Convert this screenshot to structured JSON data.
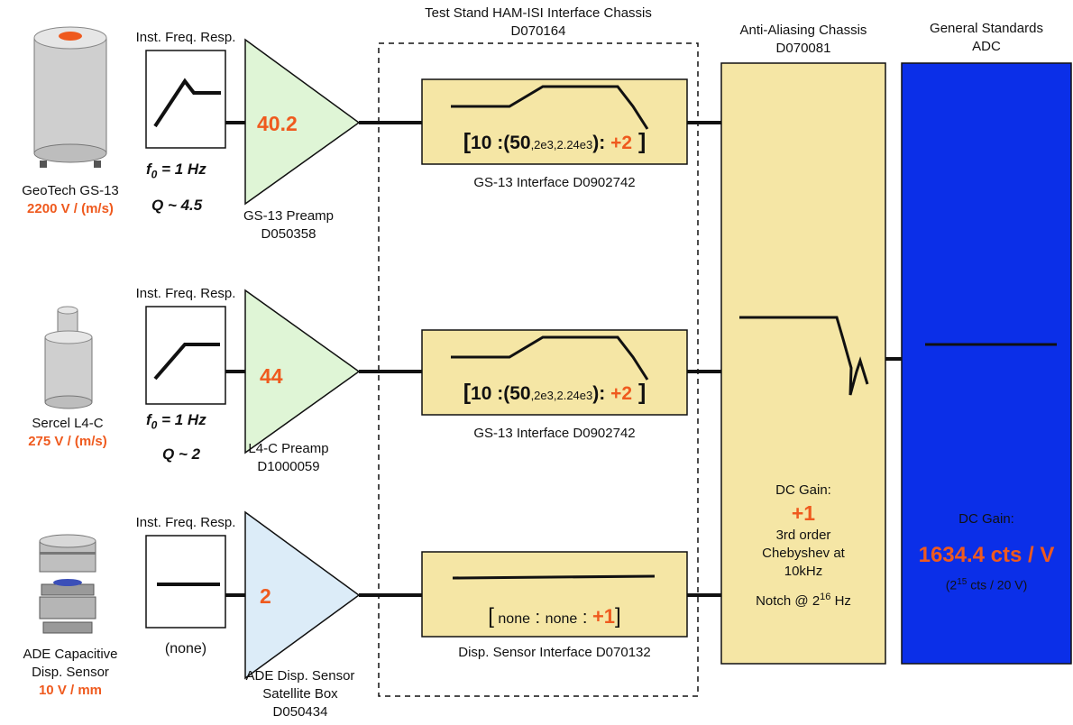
{
  "chassis": {
    "test_stand": {
      "title": "Test Stand HAM-ISI Interface Chassis",
      "doc": "D070164"
    },
    "aa": {
      "title": "Anti-Aliasing Chassis",
      "doc": "D070081",
      "dc_gain_label": "DC Gain:",
      "dc_gain_value": "+1",
      "desc_line1": "3rd order",
      "desc_line2": "Chebyshev at",
      "desc_line3": "10kHz",
      "notch_prefix": "Notch @ 2",
      "notch_exp": "16",
      "notch_suffix": " Hz"
    },
    "adc": {
      "title_line1": "General Standards",
      "title_line2": "ADC",
      "dc_gain_label": "DC Gain:",
      "dc_gain_value": "1634.4 cts / V",
      "sub_prefix": "(2",
      "sub_exp": "15",
      "sub_suffix": " cts / 20 V)"
    }
  },
  "rows": [
    {
      "sensor_name": "GeoTech GS-13",
      "sensor_gain": "2200 V / (m/s)",
      "freq_label": "Inst. Freq. Resp.",
      "f0": "f0 = 1 Hz",
      "q": "Q ~ 4.5",
      "preamp_gain": "40.2",
      "preamp_name": "GS-13 Preamp",
      "preamp_doc": "D050358",
      "interface_tf": {
        "open": "[",
        "gain": "10",
        "colon1": " :(",
        "z": "50",
        "poles": ",2e3,2.24e3",
        "close_paren": ")",
        "colon2": ": ",
        "hf": "+2",
        "close": " ]"
      },
      "interface_name": "GS-13 Interface D0902742"
    },
    {
      "sensor_name": "Sercel L4-C",
      "sensor_gain": "275 V / (m/s)",
      "freq_label": "Inst. Freq. Resp.",
      "f0": "f0 = 1 Hz",
      "q": "Q ~ 2",
      "preamp_gain": "44",
      "preamp_name": "L4-C Preamp",
      "preamp_doc": "D1000059",
      "interface_tf": {
        "open": "[",
        "gain": "10",
        "colon1": " :(",
        "z": "50",
        "poles": ",2e3,2.24e3",
        "close_paren": ")",
        "colon2": ": ",
        "hf": "+2",
        "close": " ]"
      },
      "interface_name": "GS-13 Interface D0902742"
    },
    {
      "sensor_name_line1": "ADE Capacitive",
      "sensor_name_line2": "Disp. Sensor",
      "sensor_gain": "10 V / mm",
      "freq_label": "Inst. Freq. Resp.",
      "freq_none": "(none)",
      "preamp_gain": "2",
      "preamp_name_line1": "ADE Disp. Sensor",
      "preamp_name_line2": "Satellite Box",
      "preamp_doc": "D050434",
      "interface_tf": {
        "open": "[",
        "a": " none",
        "colon1": " : ",
        "b": "none",
        "colon2": " : ",
        "hf": "+1",
        "close": "]"
      },
      "interface_name": "Disp. Sensor Interface D070132"
    }
  ],
  "colors": {
    "orange": "#ef5a1e",
    "adc_blue": "#0b2fe8",
    "chassis_yellow": "#f5e6a5",
    "preamp_green": "#dff5d6",
    "preamp_blue": "#dcecf8"
  }
}
